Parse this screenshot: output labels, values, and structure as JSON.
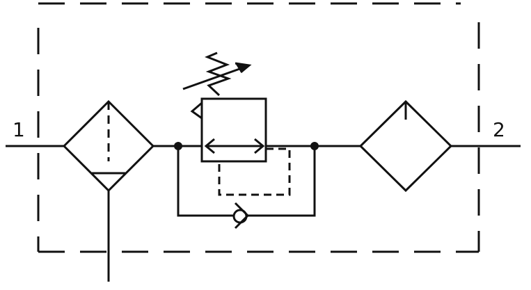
{
  "diagram": {
    "ports": {
      "inlet_label": "1",
      "outlet_label": "2"
    },
    "components": [
      {
        "id": "filter-with-drain",
        "symbol": "filter-drain-icon"
      },
      {
        "id": "pressure-regulator",
        "symbol": "adjustable-spring-regulator-icon"
      },
      {
        "id": "bypass-check-valve",
        "symbol": "check-valve-icon"
      },
      {
        "id": "lubricator",
        "symbol": "lubricator-icon"
      }
    ],
    "colors": {
      "stroke": "#111111",
      "background": "#ffffff"
    }
  }
}
